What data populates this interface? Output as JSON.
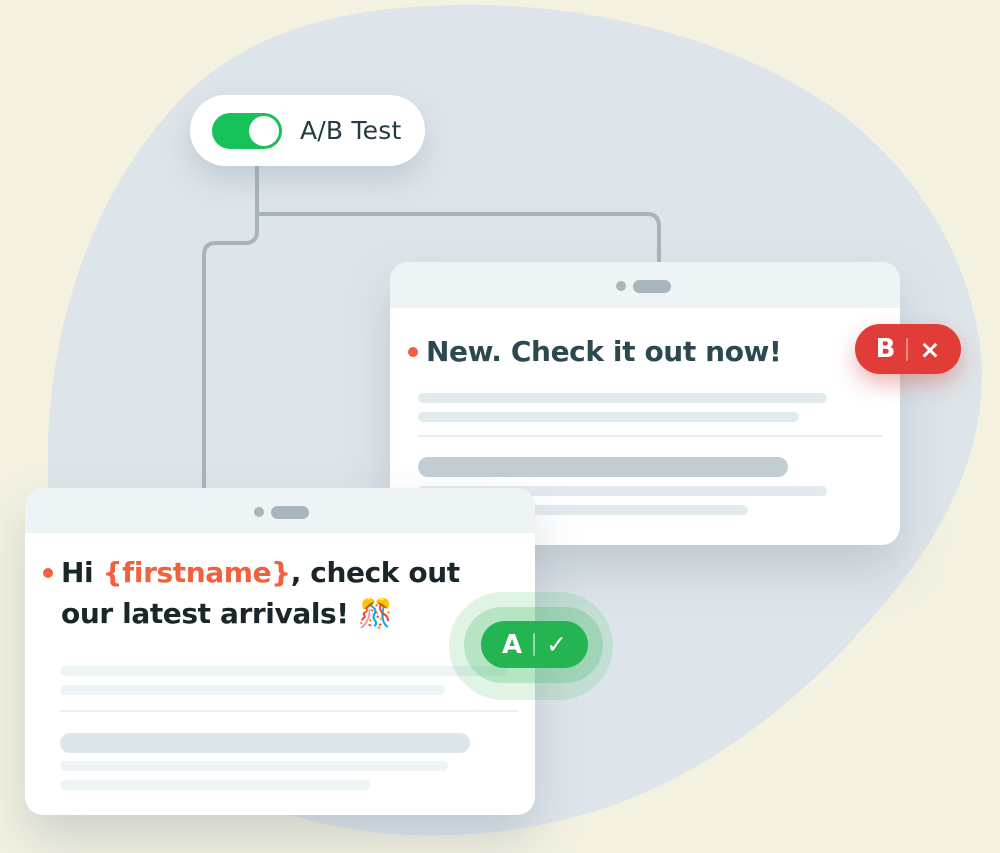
{
  "toggle": {
    "label": "A/B Test",
    "state": "on"
  },
  "variant_b": {
    "subject": "New. Check it out now!",
    "badge_letter": "B",
    "badge_action": "×"
  },
  "variant_a": {
    "subject_prefix": "Hi ",
    "subject_variable": "{firstname}",
    "subject_rest": ", check out our latest arrivals! ",
    "subject_emoji": "🎊",
    "badge_letter": "A",
    "badge_action": "✓"
  },
  "colors": {
    "background": "#f4f1e1",
    "blob": "#dee5ea",
    "toggle_green": "#17c25a",
    "badge_green": "#24b452",
    "badge_red": "#e23c38",
    "accent_orange": "#f2603e",
    "subject_text_b": "#2c4950",
    "subject_text_a": "#1b262a",
    "connector": "#a7b4ba"
  }
}
